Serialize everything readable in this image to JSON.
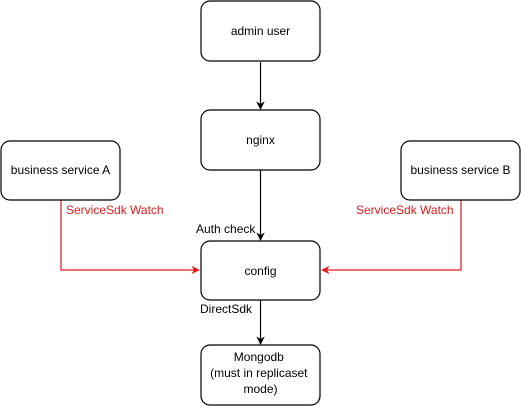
{
  "colors": {
    "stroke": "#000000",
    "watch_edge": "#e01b1b",
    "label_black": "#000000",
    "label_red": "#e01b1b",
    "background": "#ffffff"
  },
  "nodes": {
    "admin_user": "admin user",
    "nginx": "nginx",
    "business_a": "business service A",
    "business_b": "business service B",
    "config": "config",
    "mongodb": [
      "Mongodb",
      "(must in replicaset",
      "mode)"
    ]
  },
  "edge_labels": {
    "auth_check": "Auth check",
    "watch_a": "ServiceSdk Watch",
    "watch_b": "ServiceSdk Watch",
    "direct_sdk": "DirectSdk"
  }
}
